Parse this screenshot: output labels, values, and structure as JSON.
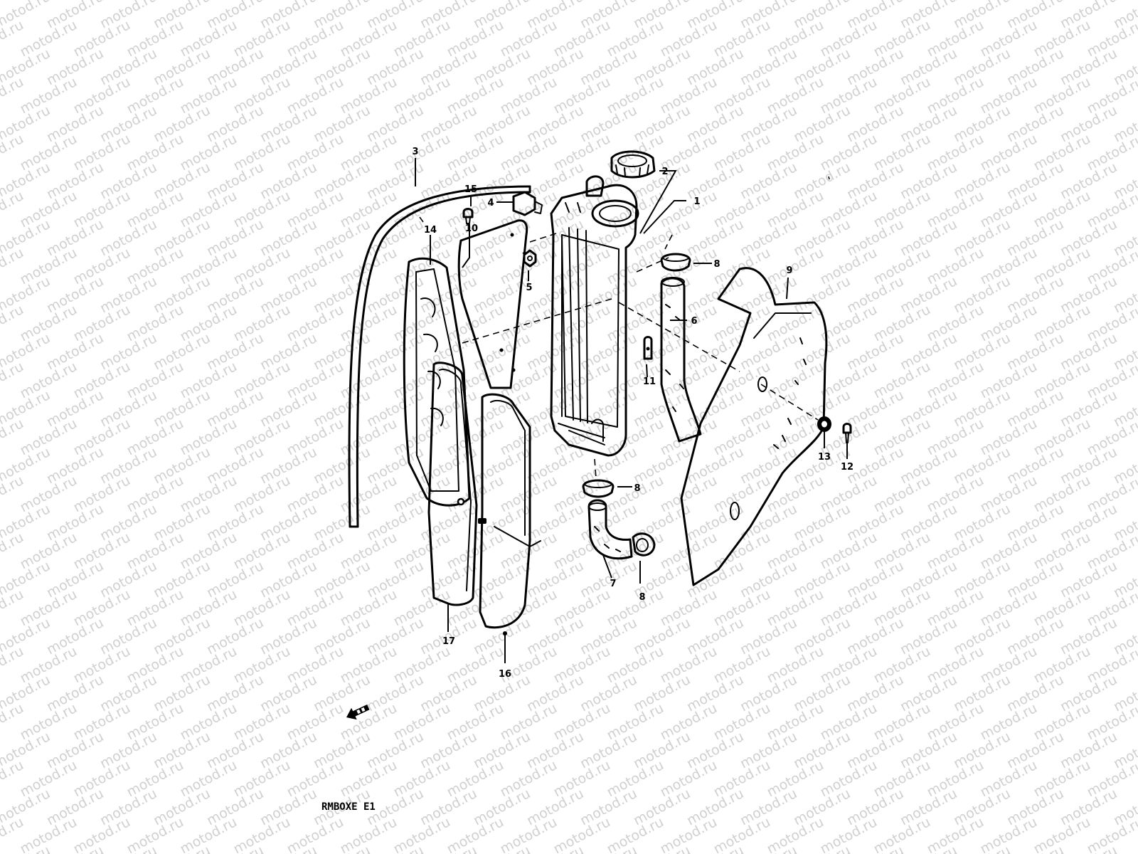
{
  "watermark": {
    "text": "motod.ru",
    "color": "#d0d0d0"
  },
  "diagram": {
    "callouts": [
      "1",
      "2",
      "3",
      "4",
      "5",
      "6",
      "7",
      "8",
      "8",
      "8",
      "9",
      "10",
      "11",
      "12",
      "13",
      "14",
      "15",
      "16",
      "17"
    ],
    "drawing_code": "RMBOXE E1",
    "front_arrow_icon": "front-direction-arrow-icon"
  },
  "colors": {
    "line": "#000000",
    "background": "#ffffff"
  }
}
